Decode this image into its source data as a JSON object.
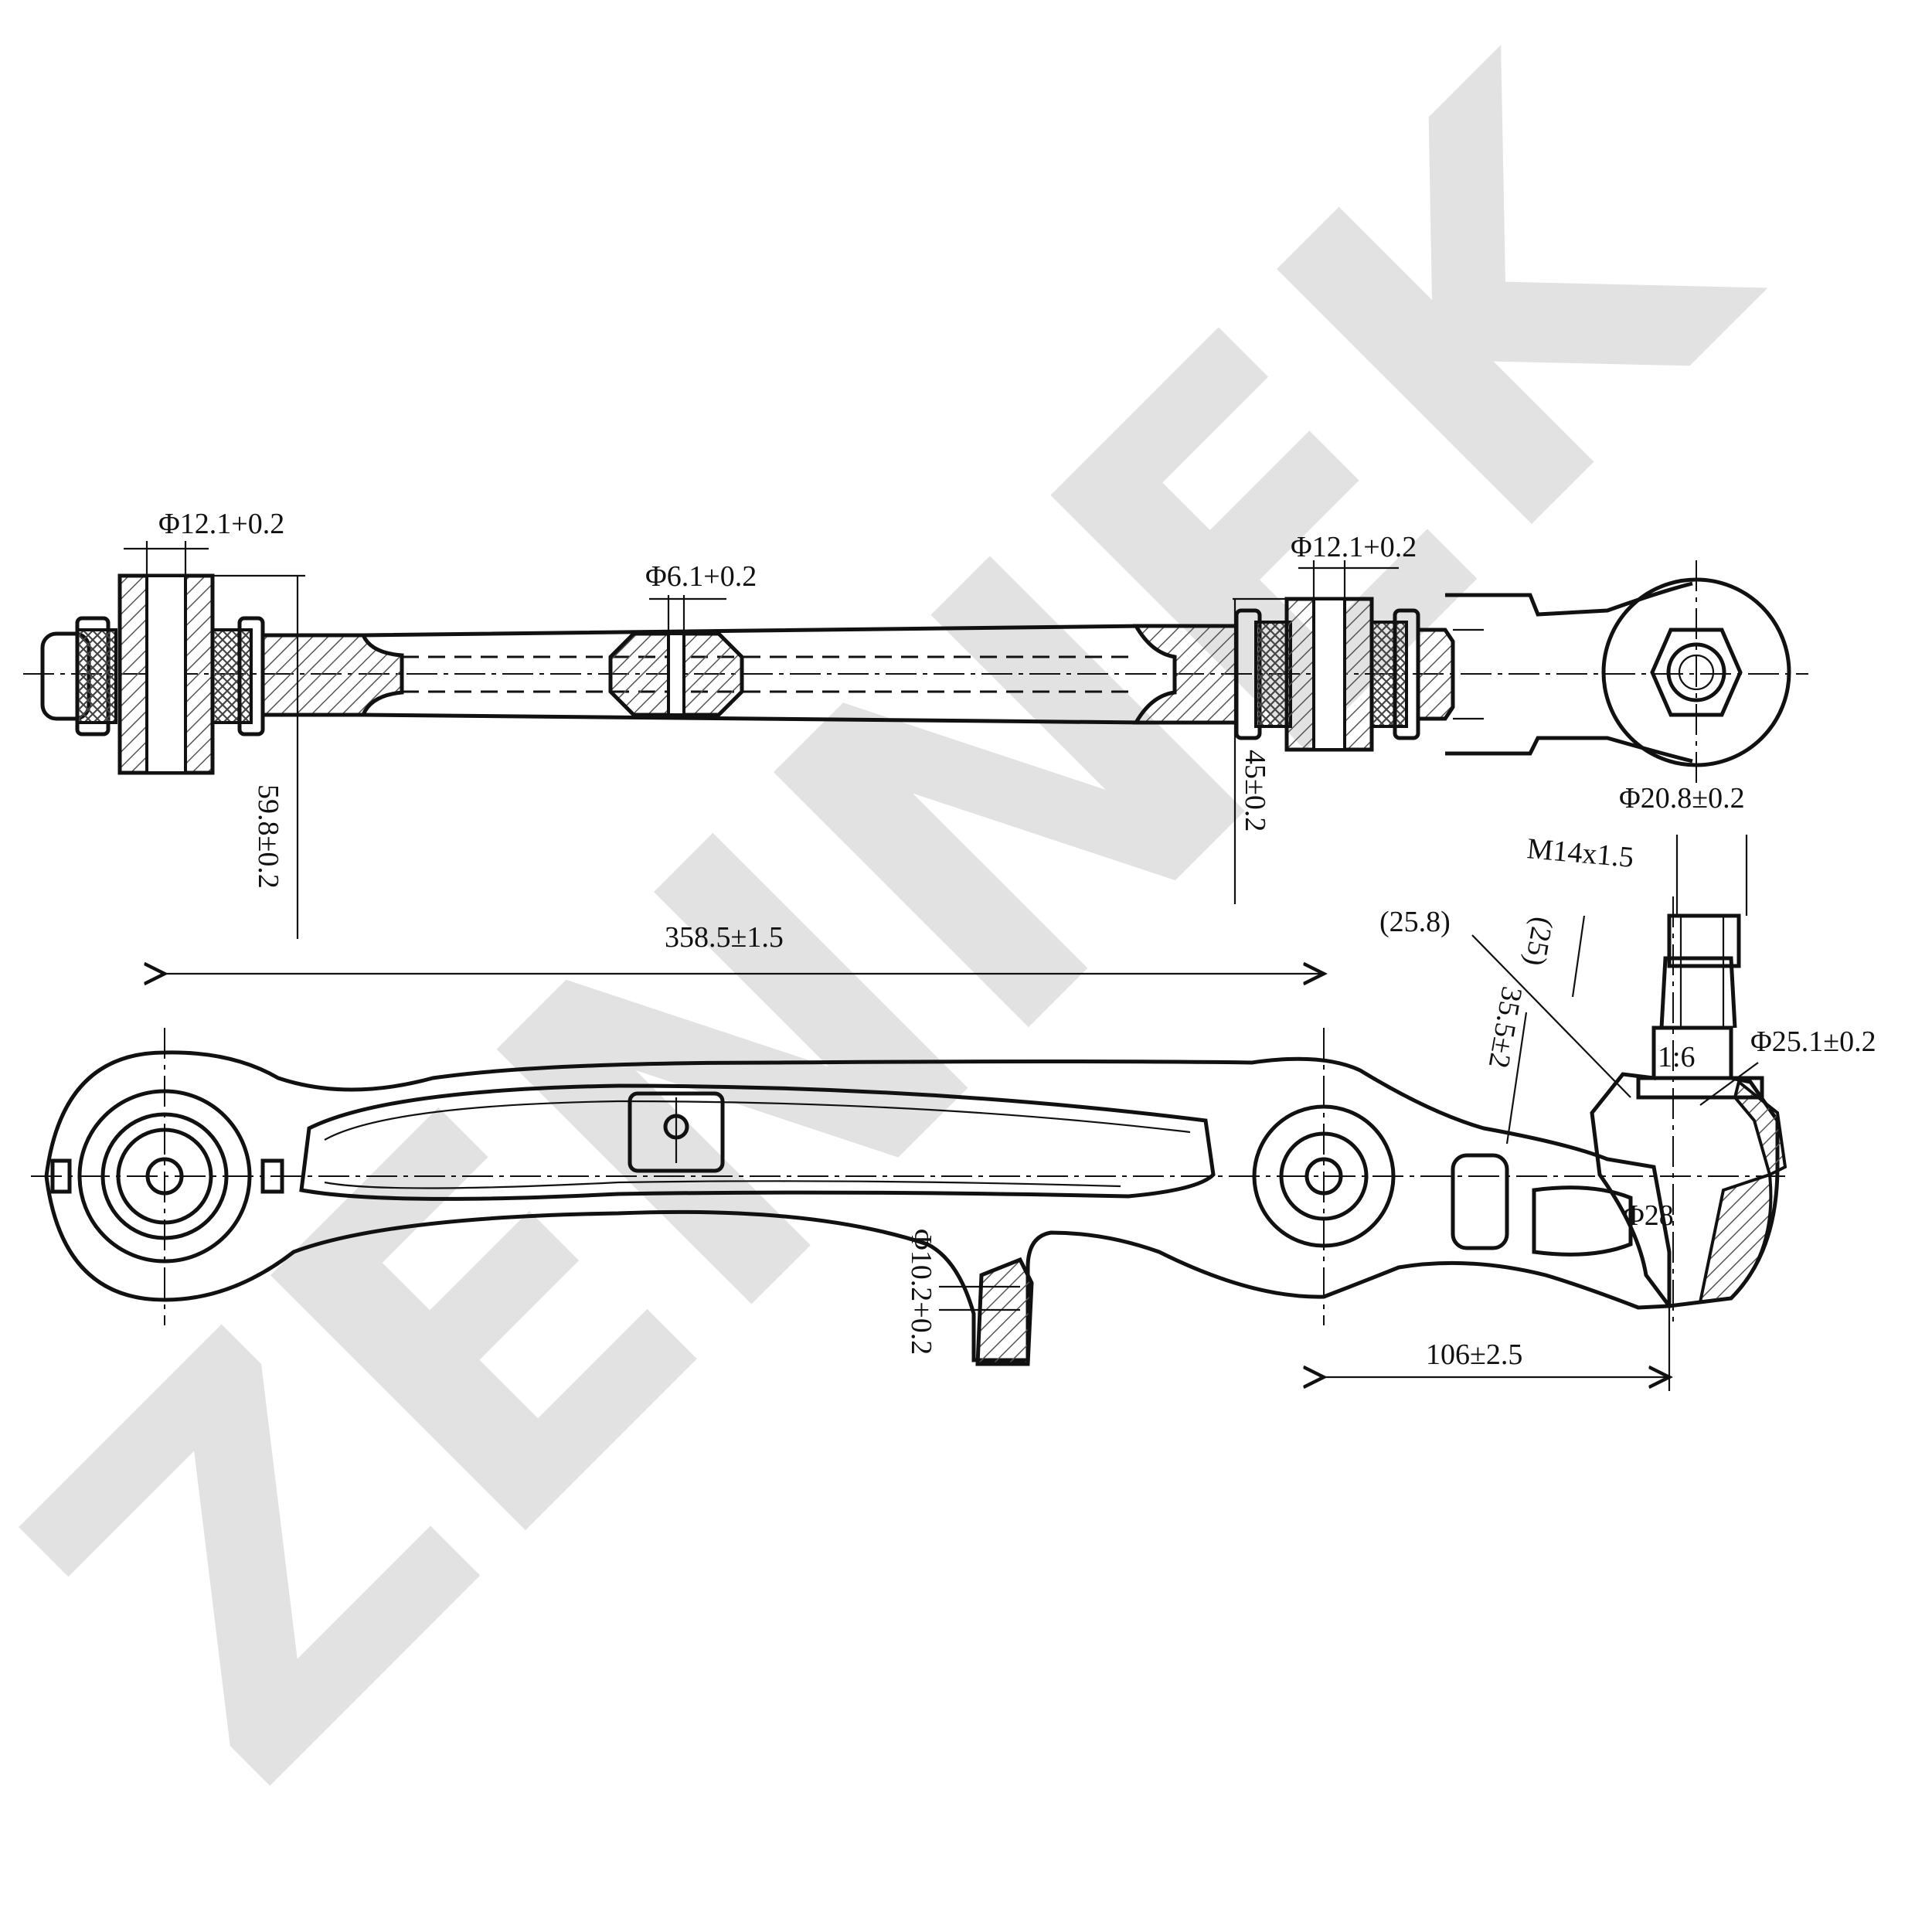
{
  "watermark": {
    "text": "ZENNEK",
    "color": "#e2e2e2"
  },
  "top_view": {
    "bushing_left_bore": "Φ12.1+0.2",
    "center_hole": "Φ6.1+0.2",
    "bushing_right_bore": "Φ12.1+0.2",
    "bushing_left_width": "59.8±0.2",
    "bushing_right_width": "45±0.2"
  },
  "side_view": {
    "overall_length": "358.5±1.5",
    "bracket_hole": "Φ10.2+0.2",
    "ball_joint_offset": "106±2.5",
    "ball_diameter": "Φ28",
    "stud_thread": "M14x1.5",
    "stud_nut_diameter": "Φ20.8±0.2",
    "stud_length_ref": "(25.8)",
    "thread_length_ref": "(25)",
    "stud_height": "35.5±2",
    "taper": "1:6",
    "boot_diameter": "Φ25.1±0.2"
  },
  "colors": {
    "line": "#111111",
    "hatch": "#555555",
    "background": "#ffffff"
  }
}
